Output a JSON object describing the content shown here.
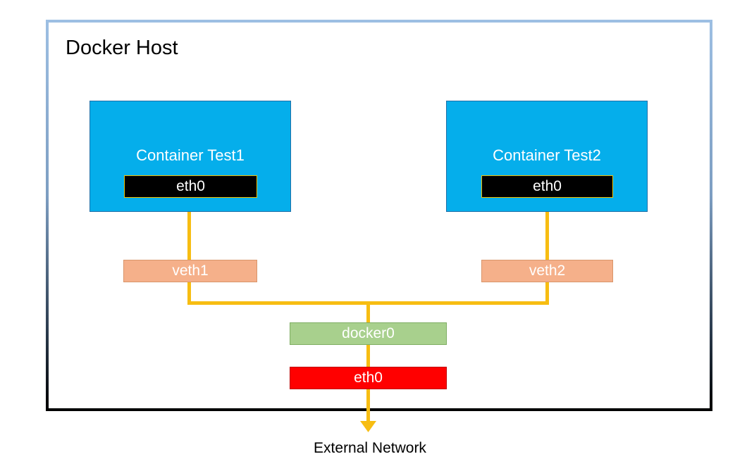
{
  "host": {
    "title": "Docker Host"
  },
  "containers": [
    {
      "label": "Container Test1",
      "interface": "eth0"
    },
    {
      "label": "Container Test2",
      "interface": "eth0"
    }
  ],
  "veths": [
    "veth1",
    "veth2"
  ],
  "bridge": "docker0",
  "host_interface": "eth0",
  "external": "External Network",
  "colors": {
    "container": "#05aeeb",
    "wire": "#f7bd12",
    "veth": "#f5b08a",
    "bridge": "#a8d08d",
    "host_eth": "#ff0000"
  }
}
